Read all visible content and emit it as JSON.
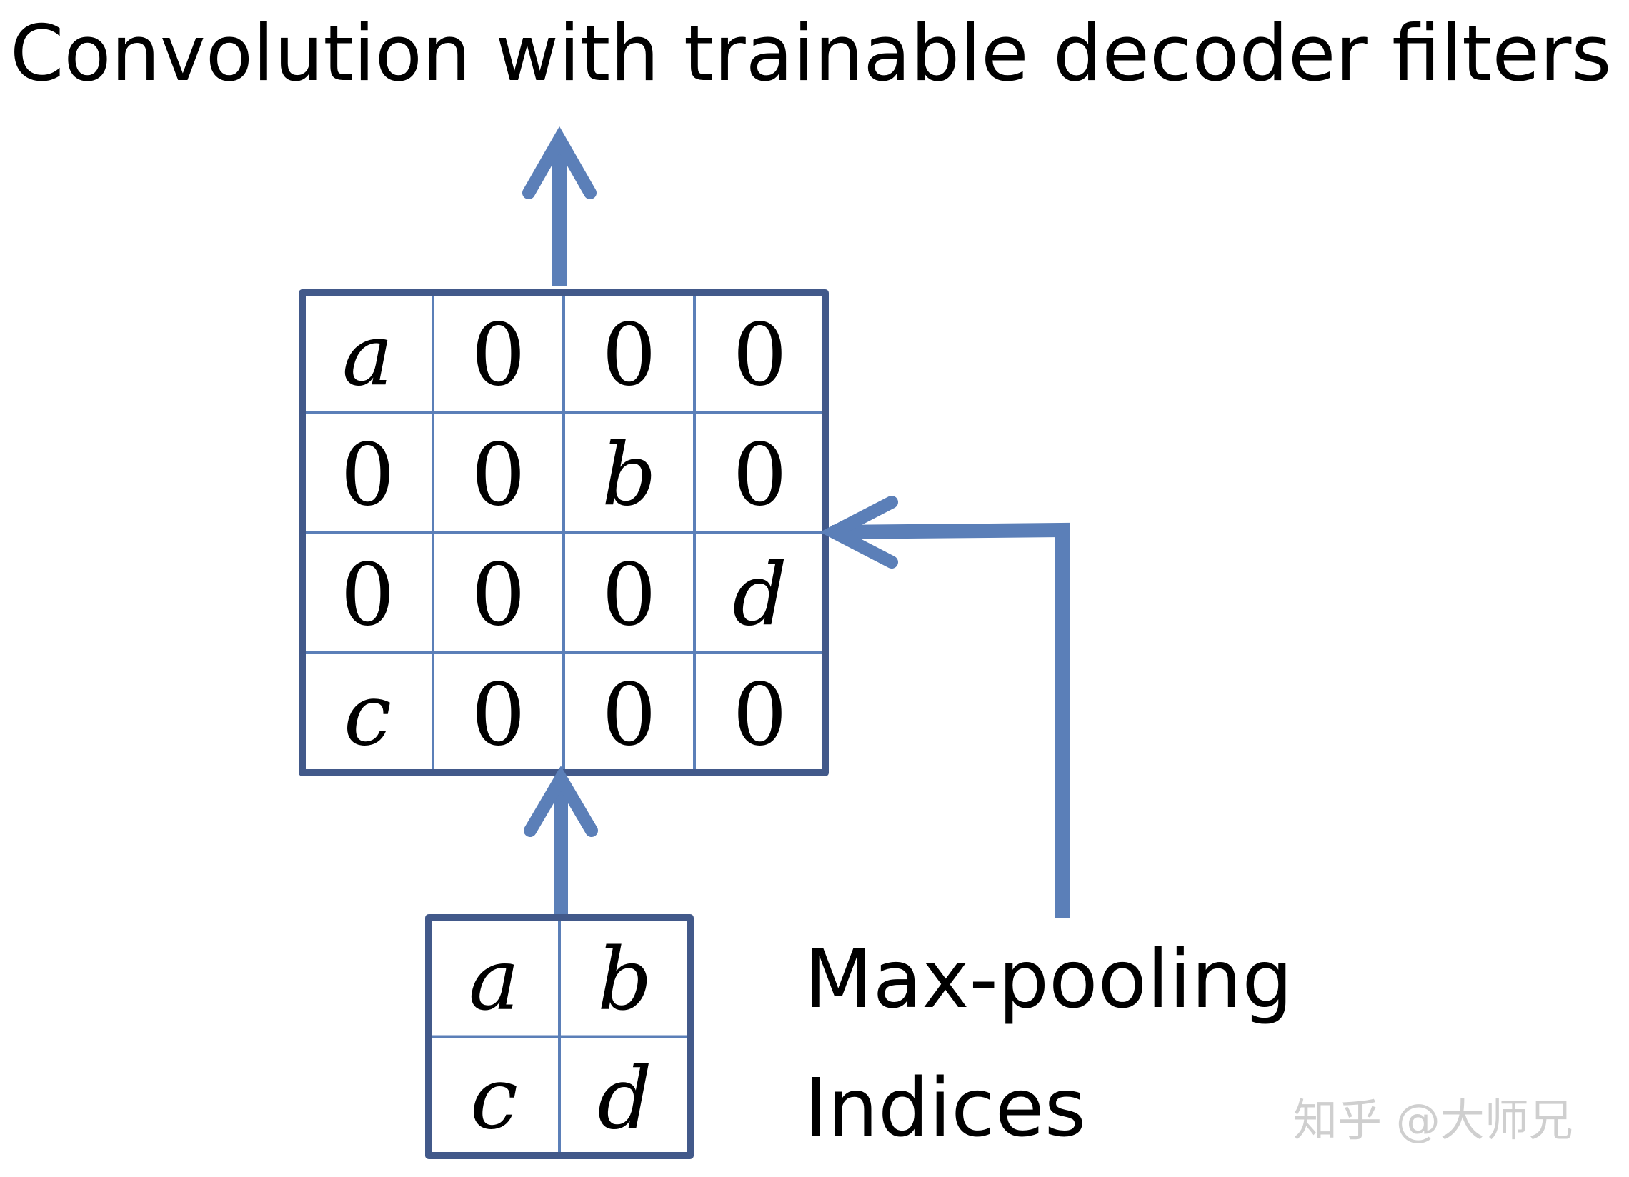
{
  "title": "Convolution with trainable decoder filters",
  "side_label": {
    "line1": "Max-pooling",
    "line2": "Indices"
  },
  "big_grid": [
    [
      {
        "text": "a",
        "italic": true
      },
      {
        "text": "0",
        "italic": false
      },
      {
        "text": "0",
        "italic": false
      },
      {
        "text": "0",
        "italic": false
      }
    ],
    [
      {
        "text": "0",
        "italic": false
      },
      {
        "text": "0",
        "italic": false
      },
      {
        "text": "b",
        "italic": true
      },
      {
        "text": "0",
        "italic": false
      }
    ],
    [
      {
        "text": "0",
        "italic": false
      },
      {
        "text": "0",
        "italic": false
      },
      {
        "text": "0",
        "italic": false
      },
      {
        "text": "d",
        "italic": true
      }
    ],
    [
      {
        "text": "c",
        "italic": true
      },
      {
        "text": "0",
        "italic": false
      },
      {
        "text": "0",
        "italic": false
      },
      {
        "text": "0",
        "italic": false
      }
    ]
  ],
  "small_grid": [
    [
      {
        "text": "a",
        "italic": true
      },
      {
        "text": "b",
        "italic": true
      }
    ],
    [
      {
        "text": "c",
        "italic": true
      },
      {
        "text": "d",
        "italic": true
      }
    ]
  ],
  "watermark": "知乎 @大师兄",
  "colors": {
    "arrow": "#5b7fb8",
    "grid_border": "#42598a",
    "grid_inner": "#5b7fb8",
    "text": "#000000"
  }
}
